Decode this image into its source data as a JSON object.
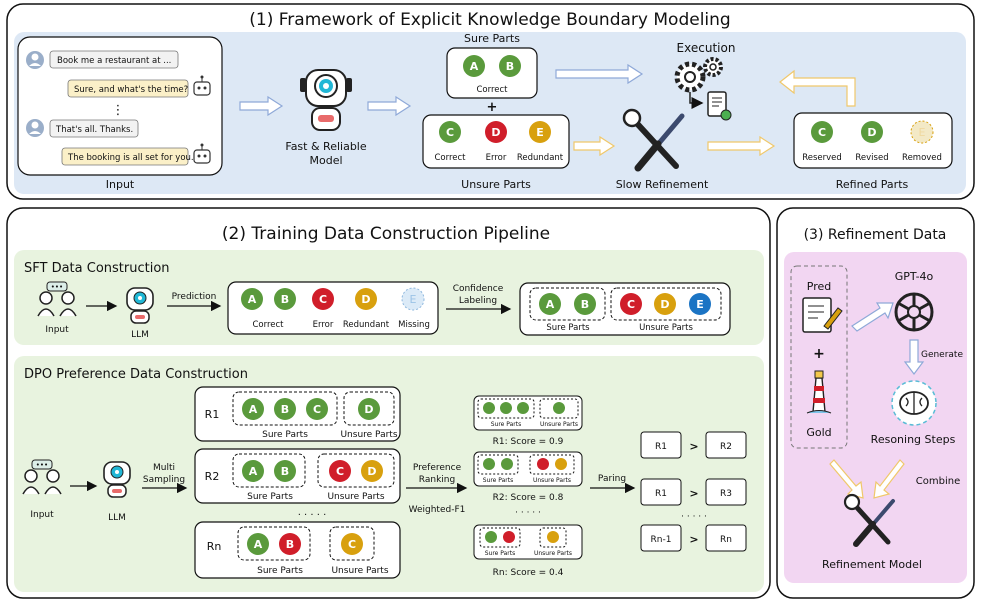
{
  "panel1": {
    "title": "(1) Framework of Explicit Knowledge Boundary Modeling",
    "chat": {
      "user_msg_1": "Book me a restaurant at ...",
      "bot_msg_1": "Sure, and what's the time?",
      "ellipsis": "⋮",
      "user_msg_2": "That's all. Thanks.",
      "bot_msg_2": "The booking is all set for you."
    },
    "input_label": "Input",
    "model_label_line1": "Fast & Reliable",
    "model_label_line2": "Model",
    "sure_parts_label": "Sure Parts",
    "sure_letters": [
      "A",
      "B"
    ],
    "sure_correct": "Correct",
    "plus": "+",
    "unsure_letters": [
      "C",
      "D",
      "E"
    ],
    "unsure_tags": [
      "Correct",
      "Error",
      "Redundant"
    ],
    "unsure_parts_label": "Unsure Parts",
    "execution_label": "Execution",
    "slow_refinement_label": "Slow Refinement",
    "refined_letters": [
      "C",
      "D",
      "E"
    ],
    "refined_tags": [
      "Reserved",
      "Revised",
      "Removed"
    ],
    "refined_parts_label": "Refined Parts"
  },
  "panel2": {
    "title": "(2) Training Data Construction Pipeline",
    "sft": {
      "title": "SFT Data Construction",
      "input_label": "Input",
      "llm_label": "LLM",
      "prediction_label": "Prediction",
      "letters": [
        "A",
        "B",
        "C",
        "D",
        "E"
      ],
      "tags": [
        "Correct",
        "Error",
        "Redundant",
        "Missing"
      ],
      "confidence_line1": "Confidence",
      "confidence_line2": "Labeling",
      "out_sure_letters": [
        "A",
        "B"
      ],
      "out_unsure_letters": [
        "C",
        "D",
        "E"
      ],
      "sure_parts": "Sure Parts",
      "unsure_parts": "Unsure Parts"
    },
    "dpo": {
      "title": "DPO Preference Data Construction",
      "input_label": "Input",
      "llm_label": "LLM",
      "multi_line1": "Multi",
      "multi_line2": "Sampling",
      "r_labels": [
        "R1",
        "R2",
        "Rn"
      ],
      "sure_parts": "Sure Parts",
      "unsure_parts": "Unsure Parts",
      "dots": "· · · · ·",
      "pref_line1": "Preference",
      "pref_line2": "Ranking",
      "weighted_f1": "Weighted-F1",
      "scores": [
        "R1: Score = 0.9",
        "R2: Score = 0.8",
        "Rn: Score = 0.4"
      ],
      "paring_label": "Paring",
      "pairs": [
        [
          "R1",
          "R2"
        ],
        [
          "R1",
          "R3"
        ],
        [
          "Rn-1",
          "Rn"
        ]
      ],
      "gt": ">"
    }
  },
  "panel3": {
    "title": "(3) Refinement Data",
    "pred_label": "Pred",
    "plus": "+",
    "gold_label": "Gold",
    "gpt_label": "GPT-4o",
    "generate_label": "Generate",
    "reasoning_label": "Resoning Steps",
    "combine_label": "Combine",
    "refinement_model_label": "Refinement Model"
  },
  "colors": {
    "green": "#5a9a3c",
    "red": "#d01e2a",
    "orange": "#d8a00e",
    "blue": "#1b74c4",
    "ghost": "#f3e9c6",
    "panel1_bg": "#dde8f5",
    "panel2_bg": "#e8f3df",
    "panel3_bg": "#f2d6f2",
    "speech_bot": "#fbf0c8"
  }
}
